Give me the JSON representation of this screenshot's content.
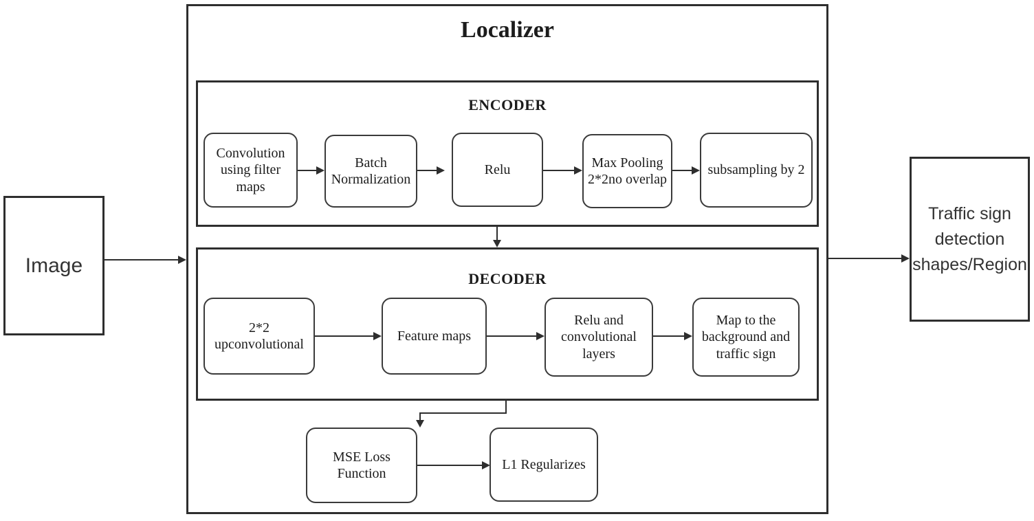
{
  "title": "Localizer",
  "input": {
    "label": "Image"
  },
  "output": {
    "label": "Traffic sign detection shapes/Region"
  },
  "encoder": {
    "label": "ENCODER",
    "boxes": [
      "Convolution using filter maps",
      "Batch Normalization",
      "Relu",
      "Max Pooling 2*2no overlap",
      "subsampling by 2"
    ]
  },
  "decoder": {
    "label": "DECODER",
    "boxes": [
      "2*2 upconvolutional",
      "Feature maps",
      "Relu and convolutional layers",
      "Map to the background and traffic sign"
    ]
  },
  "loss": {
    "mse": "MSE Loss Function",
    "l1": "L1 Regularizes"
  },
  "colors": {
    "line": "#2e2e2e",
    "background": "#ffffff",
    "text": "#1c1c1c"
  }
}
